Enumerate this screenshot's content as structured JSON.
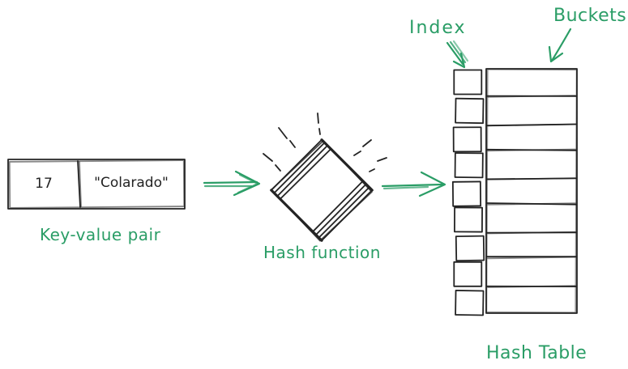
{
  "colors": {
    "background": "#ffffff",
    "ink": "#232323",
    "accent_green": "#2a9d66"
  },
  "key_value_pair": {
    "key": "17",
    "value": "\"Colarado\"",
    "caption": "Key-value pair"
  },
  "hash_function": {
    "caption": "Hash function"
  },
  "hash_table": {
    "caption": "Hash Table",
    "index_label": "Index",
    "buckets_label": "Buckets",
    "rows": 9
  }
}
